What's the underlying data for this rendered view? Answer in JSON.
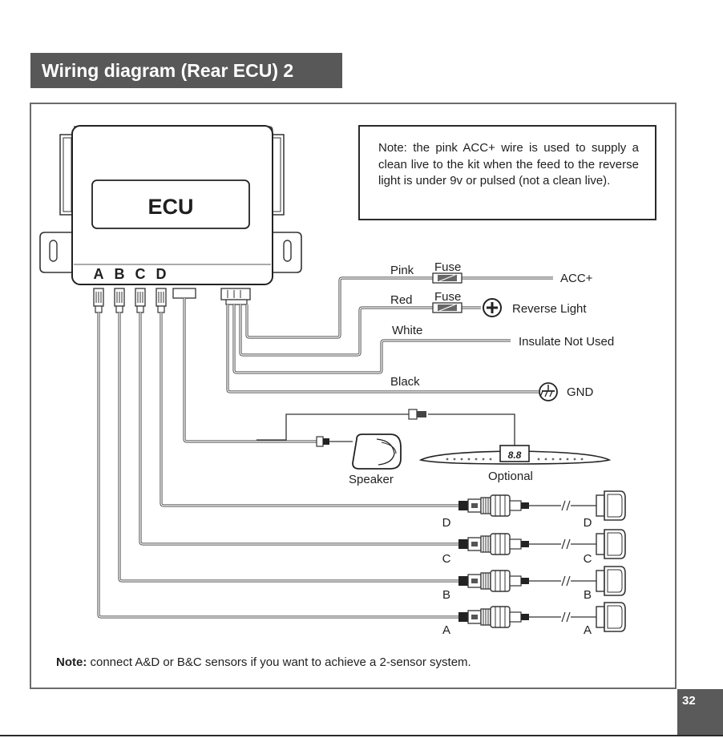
{
  "header": {
    "title": "Wiring diagram (Rear ECU) 2"
  },
  "note_box": {
    "text": "Note: the pink ACC+ wire is used to supply a clean live to the kit when the feed to the reverse light is under 9v or pulsed (not a clean live)."
  },
  "ecu": {
    "label": "ECU",
    "ports": [
      "A",
      "B",
      "C",
      "D"
    ]
  },
  "wires": {
    "pink": {
      "label": "Pink",
      "fuse": "Fuse",
      "terminal": "ACC+"
    },
    "red": {
      "label": "Red",
      "fuse": "Fuse",
      "terminal": "Reverse Light"
    },
    "white": {
      "label": "White",
      "terminal": "Insulate Not Used"
    },
    "black": {
      "label": "Black",
      "terminal": "GND"
    }
  },
  "speaker": {
    "label": "Speaker"
  },
  "display": {
    "label": "Optional",
    "readout": "8.8"
  },
  "sensors": [
    {
      "left": "D",
      "right": "D"
    },
    {
      "left": "C",
      "right": "C"
    },
    {
      "left": "B",
      "right": "B"
    },
    {
      "left": "A",
      "right": "A"
    }
  ],
  "bottom_note": {
    "prefix": "Note:",
    "text": "connect A&D or B&C sensors if you want to achieve a 2-sensor system."
  },
  "page": {
    "number": "32"
  },
  "colors": {
    "title_bg": "#585858",
    "frame": "#6b6b6b",
    "wire": "#4a4a4a"
  }
}
